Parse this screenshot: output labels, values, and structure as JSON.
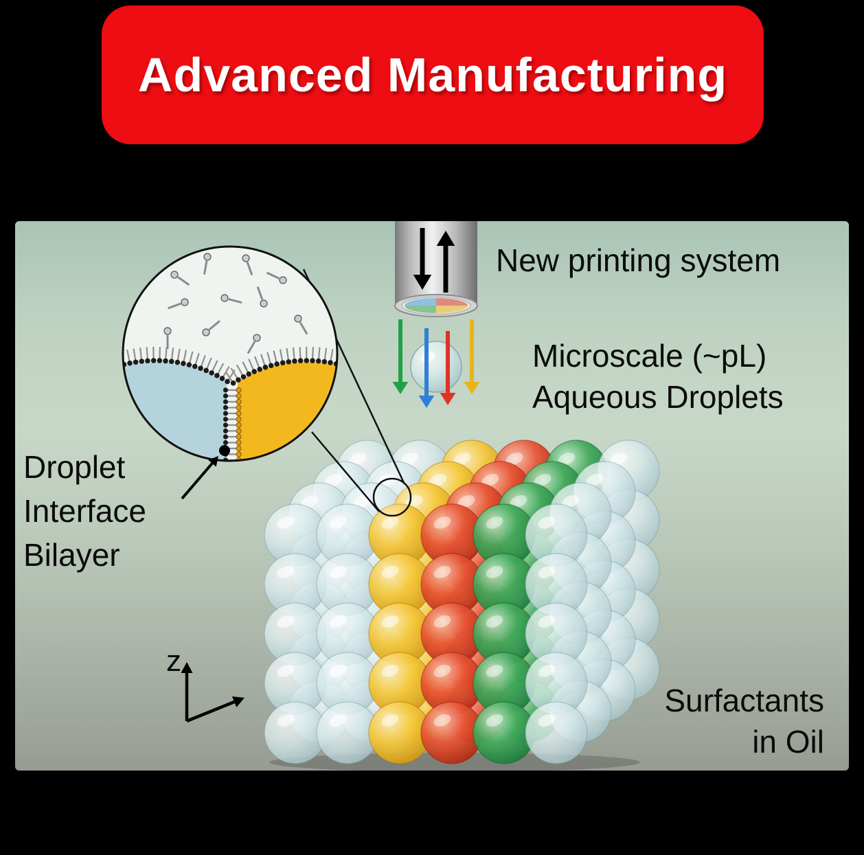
{
  "banner": {
    "title": "Advanced Manufacturing"
  },
  "labels": {
    "printing_system": "New printing system",
    "microscale": {
      "line1": "Microscale (~pL)",
      "line2": "Aqueous Droplets"
    },
    "dib": {
      "line1": "Droplet",
      "line2": "Interface",
      "line3": "Bilayer"
    },
    "axis_z": "z",
    "surfactants": {
      "line1": "Surfactants",
      "line2": "in Oil"
    }
  },
  "colors": {
    "banner_red": "#ee0d12",
    "droplet_water": "#d8eaec",
    "droplet_yellow": "#f4c236",
    "droplet_red": "#e2442a",
    "droplet_green": "#2f9e4f",
    "arrow_green": "#1fa146",
    "arrow_blue": "#2f7fd6",
    "arrow_red": "#e03226",
    "arrow_yellow": "#e9b418",
    "arrow_black": "#000000",
    "inset_left_droplet": "#b5d3dc",
    "inset_right_droplet": "#f3b81e"
  },
  "lattice": {
    "cols": 6,
    "rows": 5,
    "depths": 4,
    "column_colors": [
      "water",
      "water",
      "yellow",
      "red",
      "green",
      "water"
    ]
  }
}
